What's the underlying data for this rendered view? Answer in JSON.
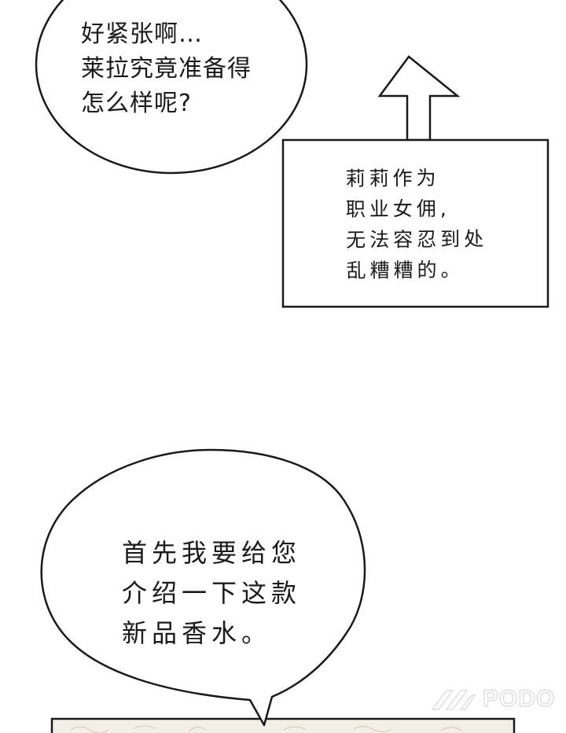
{
  "bubbles": [
    {
      "text": "好紧张啊…\n莱拉究竟准备得\n怎么样呢?"
    },
    {
      "text": "首先我要给您\n介绍一下这款\n新品香水。"
    }
  ],
  "caption": {
    "text": "莉莉作为\n职业女佣,\n无法容忍到处\n乱糟糟的。"
  },
  "watermark": {
    "text": "PODO"
  },
  "colors": {
    "ink": "#1a1a1a",
    "paper": "#ffffff",
    "panel_tint": "#f3efe6"
  }
}
